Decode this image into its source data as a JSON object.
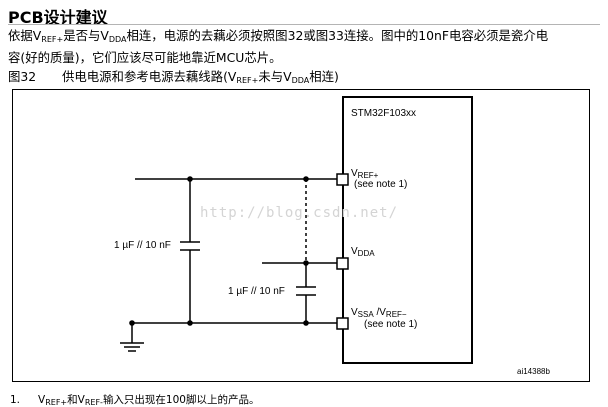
{
  "section": {
    "title": "PCB设计建议"
  },
  "paragraph": {
    "p1": "依据V",
    "p1_sub": "REF+",
    "p2": "是否与V",
    "p2_sub": "DDA",
    "p3": "相连，电源的去藕必须按照图32或图33连接。图中的10nF电容必须是瓷介电",
    "line2": "容(好的质量)，它们应该尽可能地靠近MCU芯片。"
  },
  "figure": {
    "number": "图32",
    "caption_a": "供电电源和参考电源去藕线路(V",
    "caption_sub1": "REF+",
    "caption_b": "未与V",
    "caption_sub2": "DDA",
    "caption_c": "相连)"
  },
  "diagram": {
    "chip_name": "STM32F103xx",
    "pin_vref": "V",
    "pin_vref_sub": "REF+",
    "pin_vref_note": "(see note 1)",
    "pin_vdda": "V",
    "pin_vdda_sub": "DDA",
    "pin_vssa": "V",
    "pin_vssa_sub": "SSA",
    "pin_vssa_slash": " /V",
    "pin_vref_minus_sub": "REF−",
    "pin_vssa_note": "(see note 1)",
    "cap1_label": "1 µF // 10 nF",
    "cap2_label": "1 µF // 10 nF",
    "figure_code": "ai14388b"
  },
  "watermark": "http://blog.csdn.net/",
  "footnote": {
    "number": "1.",
    "a": "V",
    "a_sub": "REF+",
    "b": "和V",
    "b_sub": "REF-",
    "c": "输入只出现在100脚以上的产品。"
  }
}
